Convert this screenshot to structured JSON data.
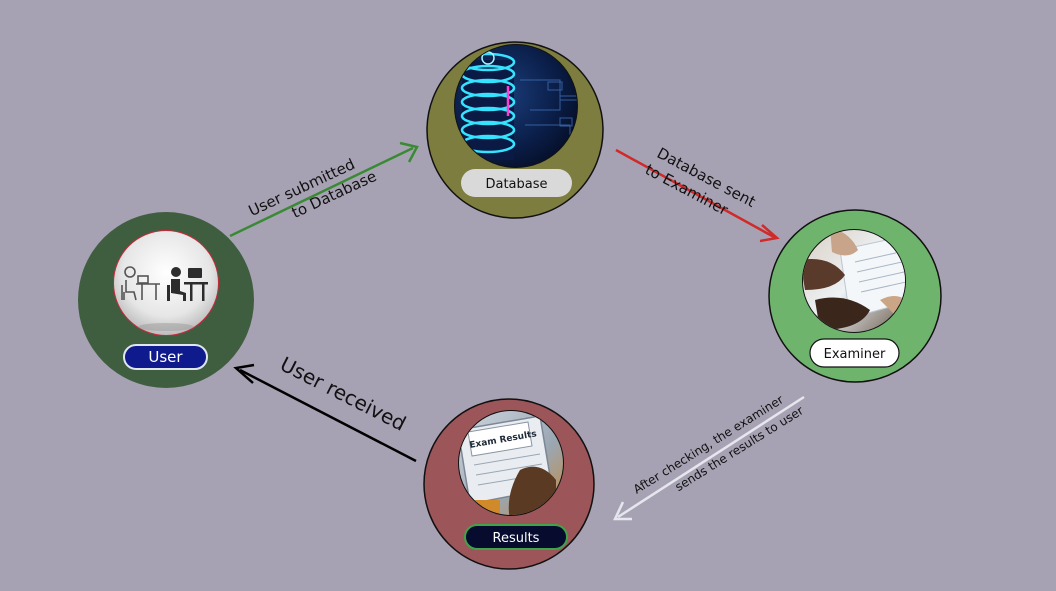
{
  "nodes": {
    "user": {
      "label": "User",
      "circle_color": "#3f5e40",
      "pill_color": "#0f1a8c",
      "pill_text_color": "#ffffff",
      "image": "person-at-desk-with-laptop"
    },
    "database": {
      "label": "Database",
      "circle_color": "#7c7d3e",
      "pill_color": "#d9d9d9",
      "pill_text_color": "#111111",
      "image": "glowing-database-cylinder"
    },
    "examiner": {
      "label": "Examiner",
      "circle_color": "#6fb46c",
      "pill_color": "#ffffff",
      "pill_text_color": "#111111",
      "image": "hands-reviewing-papers"
    },
    "results": {
      "label": "Results",
      "circle_color": "#9c5559",
      "pill_color": "#070b2e",
      "pill_text_color": "#ffffff",
      "image": "exam-results-on-tablet"
    }
  },
  "edges": {
    "user_to_database": {
      "label_line1": "User submitted",
      "label_line2": "to Database",
      "color": "#3a8a35"
    },
    "database_to_examiner": {
      "label_line1": "Database sent",
      "label_line2": "to Examiner",
      "color": "#d02a2a"
    },
    "examiner_to_results": {
      "label_line1": "After checking, the examiner",
      "label_line2": "sends the results to user",
      "color": "#e6e6ee"
    },
    "results_to_user": {
      "label": "User received",
      "color": "#000000"
    }
  }
}
